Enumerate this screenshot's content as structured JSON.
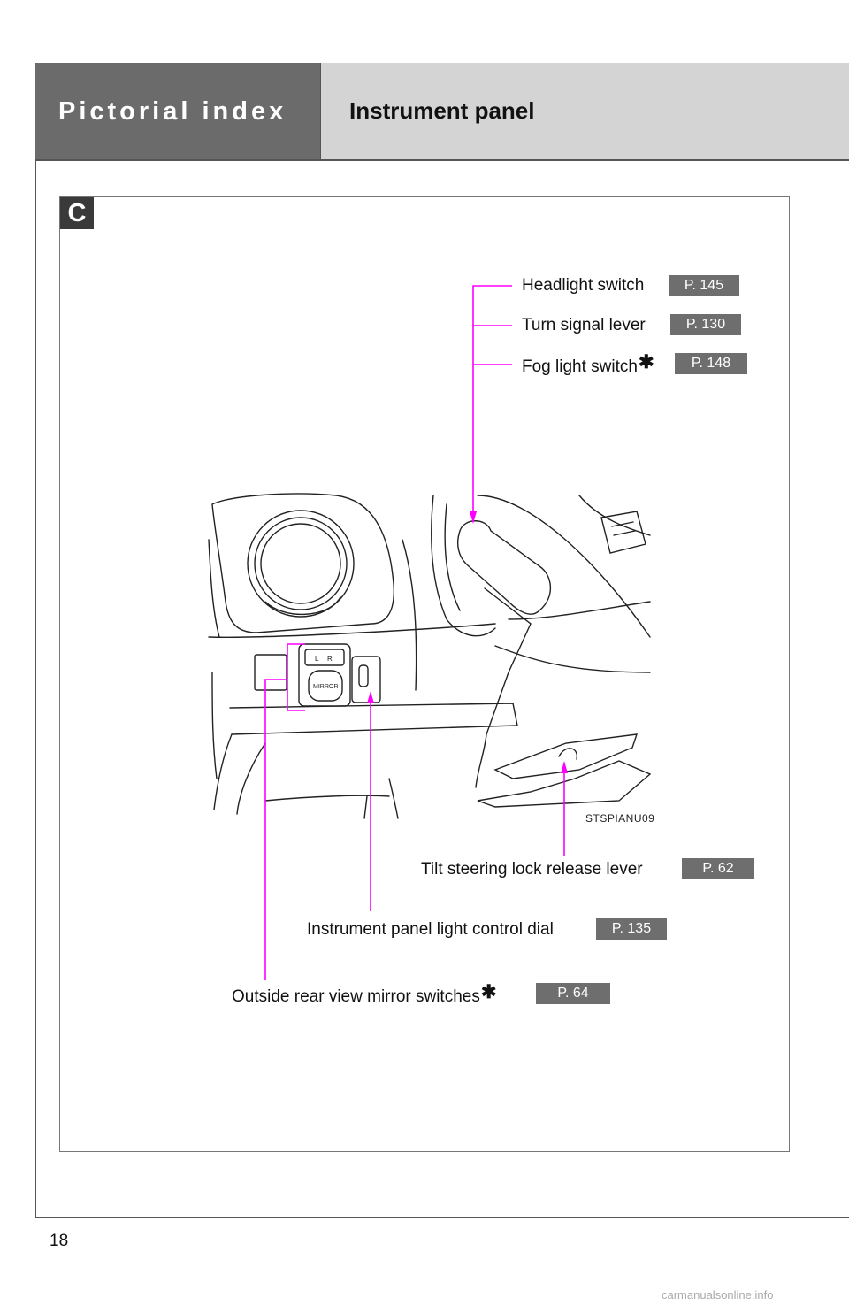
{
  "header": {
    "section": "Pictorial index",
    "title": "Instrument panel"
  },
  "figure": {
    "badge": "C",
    "image_code": "STSPIANU09",
    "callouts": [
      {
        "label": "Headlight switch",
        "page": "P. 145",
        "asterisk": ""
      },
      {
        "label": "Turn signal lever",
        "page": "P. 130",
        "asterisk": ""
      },
      {
        "label": "Fog light switch",
        "page": "P. 148",
        "asterisk": "✱"
      },
      {
        "label": "Tilt steering lock release lever",
        "page": "P. 62",
        "asterisk": ""
      },
      {
        "label": "Instrument panel light control dial",
        "page": "P. 135",
        "asterisk": ""
      },
      {
        "label": "Outside rear view mirror switches",
        "page": "P. 64",
        "asterisk": "✱"
      }
    ],
    "switch_labels": {
      "left": "L",
      "right": "R",
      "mirror": "MIRROR"
    }
  },
  "footer": {
    "page_number": "18",
    "watermark": "carmanualsonline.info"
  },
  "colors": {
    "leader": "#ff00ff",
    "header_dark": "#6b6b6b",
    "header_light": "#d4d4d4",
    "page_ref_bg": "#6e6e6e"
  }
}
